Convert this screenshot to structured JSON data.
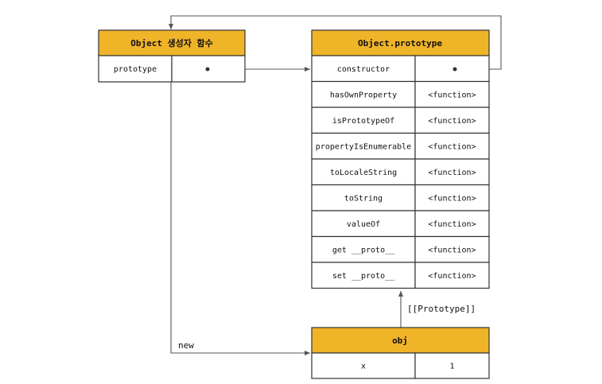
{
  "constructor_box": {
    "title": "Object 생성자 함수",
    "prototype_label": "prototype"
  },
  "prototype_box": {
    "title": "Object.prototype",
    "rows": [
      {
        "key": "constructor",
        "value": ""
      },
      {
        "key": "hasOwnProperty",
        "value": "<function>"
      },
      {
        "key": "isPrototypeOf",
        "value": "<function>"
      },
      {
        "key": "propertyIsEnumerable",
        "value": "<function>"
      },
      {
        "key": "toLocaleString",
        "value": "<function>"
      },
      {
        "key": "toString",
        "value": "<function>"
      },
      {
        "key": "valueOf",
        "value": "<function>"
      },
      {
        "key": "get __proto__",
        "value": "<function>"
      },
      {
        "key": "set __proto__",
        "value": "<function>"
      }
    ]
  },
  "obj_box": {
    "title": "obj",
    "rows": [
      {
        "key": "x",
        "value": "1"
      }
    ]
  },
  "edges": {
    "new_label": "new",
    "prototype_link_label": "[[Prototype]]"
  },
  "colors": {
    "header_fill": "#f0b429",
    "border": "#333333",
    "line": "#555555"
  }
}
